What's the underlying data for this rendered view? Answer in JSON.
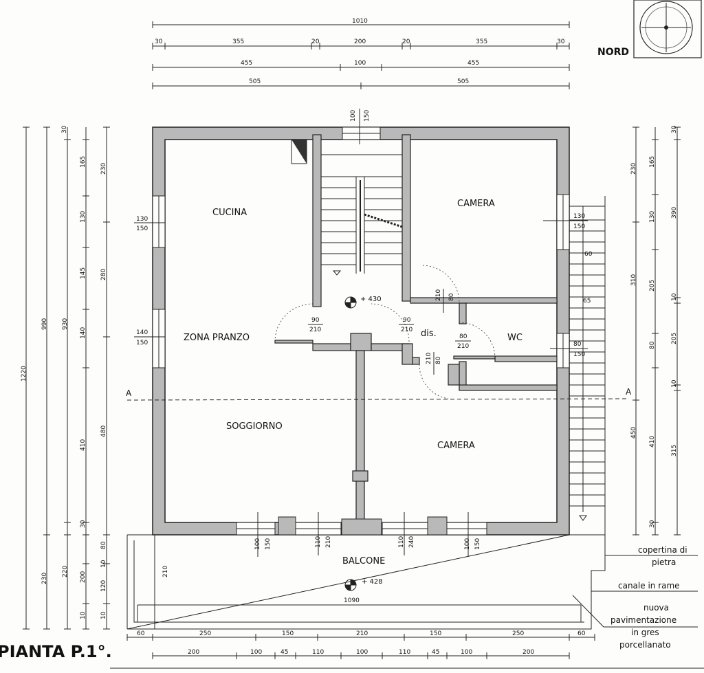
{
  "compass": {
    "label": "NORD"
  },
  "title": "PIANTA P.1°.",
  "rooms": {
    "cucina": "CUCINA",
    "zona_pranzo": "ZONA PRANZO",
    "soggiorno": "SOGGIORNO",
    "camera_top": "CAMERA",
    "camera_bottom": "CAMERA",
    "wc": "WC",
    "dis": "dis.",
    "balcone": "BALCONE"
  },
  "levels": {
    "landing": "+ 430",
    "balcony": "+ 428"
  },
  "section_marks": {
    "left": "A",
    "right": "A"
  },
  "notes": {
    "copertina_1": "copertina di",
    "copertina_2": "pietra",
    "canale": "canale in rame",
    "pav_1": "nuova",
    "pav_2": "pavimentazione",
    "pav_3": "in gres",
    "pav_4": "porcellanato"
  },
  "dims_top": {
    "total": "1010",
    "row2": [
      "30",
      "355",
      "20",
      "200",
      "20",
      "355",
      "30"
    ],
    "row3": [
      "455",
      "100",
      "455"
    ],
    "row4": [
      "505",
      "505"
    ]
  },
  "dims_bottom": {
    "row1": [
      "60",
      "250",
      "150",
      "210",
      "150",
      "250",
      "60"
    ],
    "row2": [
      "200",
      "100",
      "45",
      "110",
      "100",
      "110",
      "45",
      "100",
      "200"
    ],
    "balcony_width": "1090"
  },
  "dims_left": {
    "total": "1220",
    "outer2": "990",
    "outer3": "930",
    "col4": [
      "30",
      "165",
      "130",
      "145",
      "140",
      "410",
      "30"
    ],
    "col5": [
      "230",
      "280",
      "480"
    ],
    "balcony": [
      "230",
      "220",
      "200",
      "80",
      "120",
      "10",
      "10",
      "10"
    ],
    "balcony_depth": "210"
  },
  "dims_right": {
    "col1": [
      "230",
      "310",
      "450"
    ],
    "col2": [
      "165",
      "130",
      "205",
      "80",
      "410",
      "30"
    ],
    "col3": [
      "30",
      "390",
      "10",
      "205",
      "10",
      "315"
    ]
  },
  "openings": {
    "w_top": [
      "100",
      "150"
    ],
    "w_cucina": [
      "130",
      "150"
    ],
    "w_pranzo": [
      "140",
      "150"
    ],
    "w_camera": [
      "130",
      "150"
    ],
    "w_wc": [
      "80",
      "150"
    ],
    "d_cucina": [
      "90",
      "210"
    ],
    "d_camera": [
      "90",
      "210"
    ],
    "d_wc": [
      "80",
      "210"
    ],
    "d_camera_top": [
      "80",
      "210"
    ],
    "d_camera_bot": [
      "80",
      "210"
    ],
    "w_bal_1": [
      "100",
      "150"
    ],
    "d_bal_1": [
      "110",
      "210"
    ],
    "d_bal_2": [
      "110",
      "240"
    ],
    "w_bal_2": [
      "100",
      "150"
    ],
    "stair_labels": [
      "60",
      "65"
    ]
  }
}
